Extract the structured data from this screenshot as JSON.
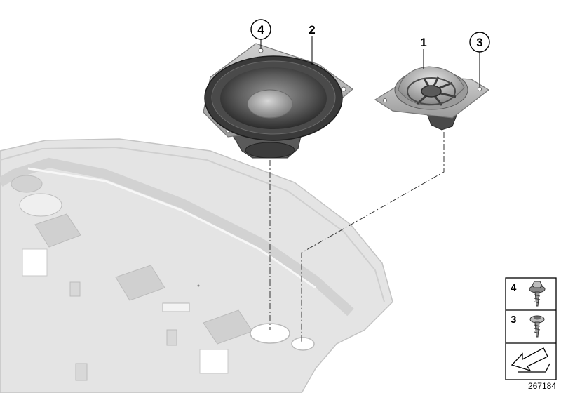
{
  "callouts": {
    "subwoofer_number": "2",
    "tweeter_number": "1",
    "subwoofer_screw_number": "4",
    "tweeter_screw_number": "3"
  },
  "legend": {
    "screw_flange_number": "4",
    "screw_washer_number": "3"
  },
  "document_number": "267184"
}
